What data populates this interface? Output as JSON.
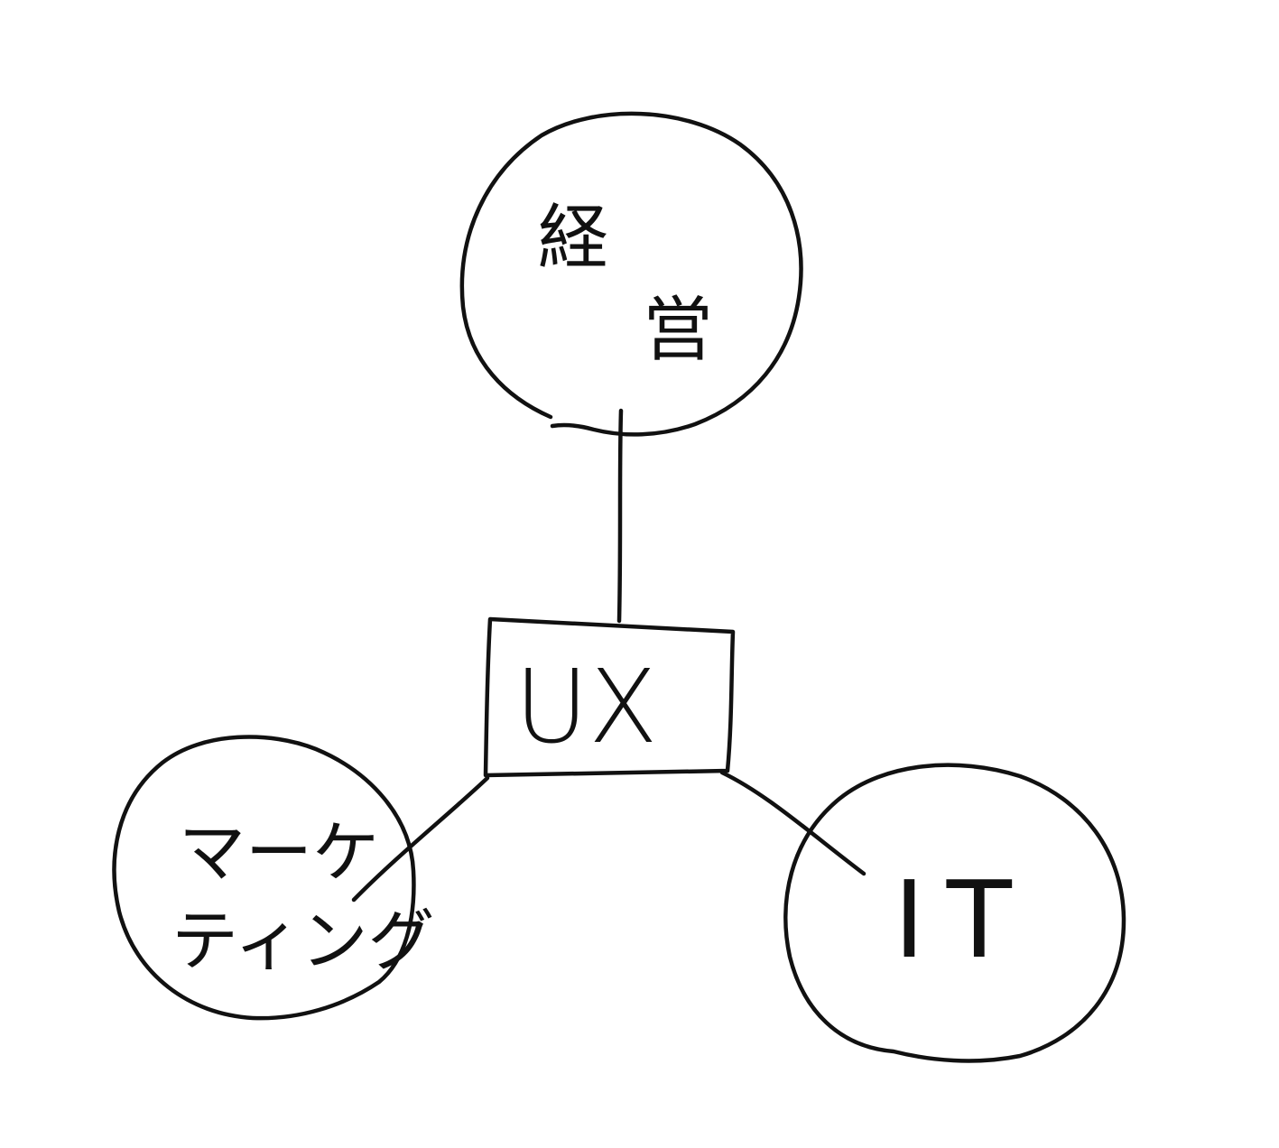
{
  "diagram": {
    "center": {
      "label": "UX"
    },
    "nodes": [
      {
        "id": "management",
        "label_lines": [
          "経",
          "営"
        ]
      },
      {
        "id": "marketing",
        "label_lines": [
          "マーケ",
          "ティング"
        ]
      },
      {
        "id": "it",
        "label_lines": [
          "IT"
        ]
      }
    ],
    "edges": [
      {
        "from": "UX",
        "to": "management"
      },
      {
        "from": "UX",
        "to": "marketing"
      },
      {
        "from": "UX",
        "to": "it"
      }
    ]
  }
}
